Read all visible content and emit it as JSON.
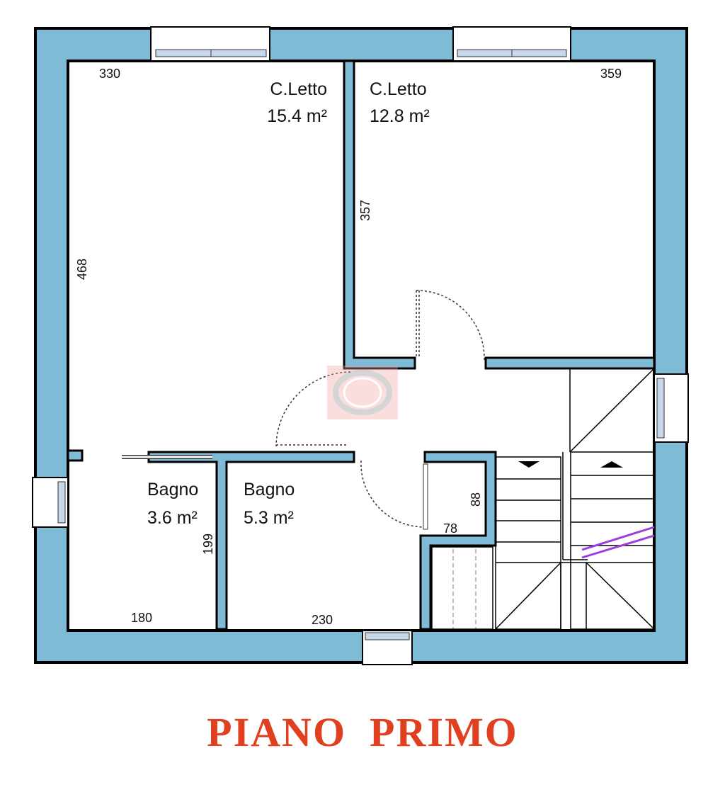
{
  "title": "PIANO  PRIMO",
  "colors": {
    "wall": "#7fbbd6",
    "outline": "#000000",
    "title": "#e0401f",
    "glass": "#c6d8ea",
    "handrail": "#9b3fe0",
    "watermark": "#e05050"
  },
  "rooms": [
    {
      "name": "C.Letto",
      "area": "15.4 m²"
    },
    {
      "name": "C.Letto",
      "area": "12.8 m²"
    },
    {
      "name": "Bagno",
      "area": "3.6 m²"
    },
    {
      "name": "Bagno",
      "area": "5.3 m²"
    }
  ],
  "dimensions": {
    "bed1_width": "330",
    "bed1_height": "468",
    "bed2_width": "359",
    "bed2_height": "357",
    "bath1_width": "180",
    "bath1_height": "199",
    "bath2_width": "230",
    "closet_width": "78",
    "closet_height": "88"
  },
  "stairs": {
    "down_icon": "triangle-down",
    "up_icon": "triangle-up"
  }
}
